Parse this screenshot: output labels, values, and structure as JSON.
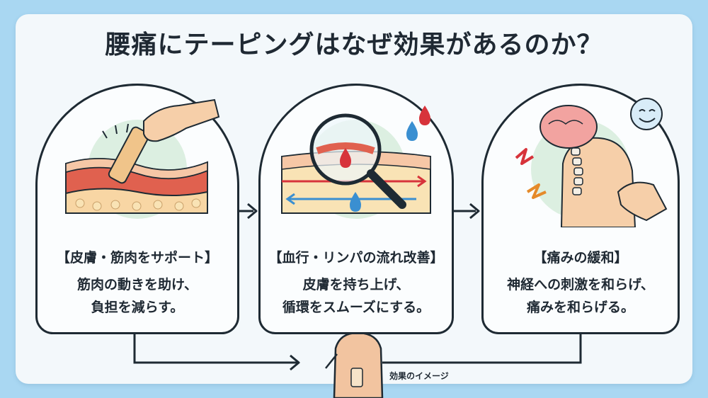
{
  "title": "腰痛にテーピングはなぜ効果があるのか？",
  "cards": [
    {
      "heading": "【皮膚・筋肉をサポート】",
      "line1": "筋肉の動きを助け、",
      "line2": "負担を減らす。"
    },
    {
      "heading": "【血行・リンパの流れ改善】",
      "line1": "皮膚を持ち上げ、",
      "line2": "循環をスムーズにする。"
    },
    {
      "heading": "【痛みの緩和】",
      "line1": "神経への刺激を和らげ、",
      "line2": "痛みを和らげる。"
    }
  ],
  "footer_label": "効果のイメージ",
  "colors": {
    "background": "#a9d7f2",
    "panel": "#f3f8fb",
    "outline": "#1e2a33",
    "muscle": "#e0614f",
    "skin": "#f6c7a6",
    "blood": "#d7333b",
    "water": "#3a8fd1"
  },
  "icons": [
    "hand-icon",
    "tape-icon",
    "magnifier-icon",
    "blood-drop-icon",
    "water-drop-icon",
    "brain-icon",
    "spine-icon",
    "lightning-icon",
    "smiley-icon",
    "person-icon"
  ]
}
